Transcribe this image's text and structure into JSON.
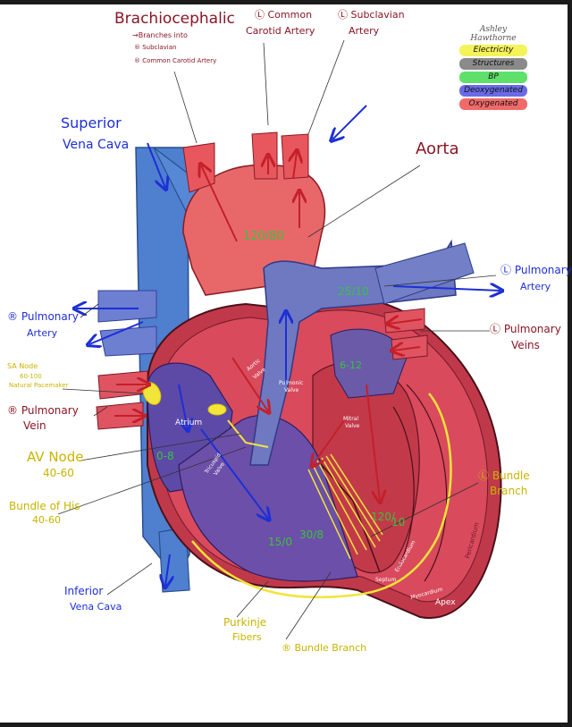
{
  "legend": {
    "author": "Ashley Hawthorne",
    "items": [
      {
        "label": "Electricity",
        "color": "#f5f35a"
      },
      {
        "label": "Structures",
        "color": "#8a8a8a"
      },
      {
        "label": "BP",
        "color": "#5fe06a"
      },
      {
        "label": "Deoxygenated",
        "color": "#6a6ae8"
      },
      {
        "label": "Oxygenated",
        "color": "#f06a6a"
      }
    ]
  },
  "labels": {
    "brachiocephalic": "Brachiocephalic",
    "brachio_sub1": "→Branches into",
    "brachio_sub2": "® Subclavian",
    "brachio_sub3": "® Common Carotid Artery",
    "l_common_carotid_1": "Ⓛ Common",
    "l_common_carotid_2": "Carotid Artery",
    "l_subclavian_1": "Ⓛ Subclavian",
    "l_subclavian_2": "Artery",
    "superior_vena_cava_1": "Superior",
    "superior_vena_cava_2": "Vena Cava",
    "aorta": "Aorta",
    "l_pulmonary_artery_1": "Ⓛ Pulmonary",
    "l_pulmonary_artery_2": "Artery",
    "r_pulmonary_artery_1": "® Pulmonary",
    "r_pulmonary_artery_2": "Artery",
    "l_pulmonary_veins_1": "Ⓛ Pulmonary",
    "l_pulmonary_veins_2": "Veins",
    "sa_node_1": "SA Node",
    "sa_node_2": "60-100",
    "sa_node_3": "Natural Pacemaker",
    "r_pulmonary_vein_1": "® Pulmonary",
    "r_pulmonary_vein_2": "Vein",
    "av_node_1": "AV Node",
    "av_node_2": "40-60",
    "bundle_of_his_1": "Bundle of His",
    "bundle_of_his_2": "40-60",
    "l_bundle_branch_1": "Ⓛ Bundle",
    "l_bundle_branch_2": "Branch",
    "inferior_vena_cava_1": "Inferior",
    "inferior_vena_cava_2": "Vena Cava",
    "purkinje_1": "Purkinje",
    "purkinje_2": "Fibers",
    "r_bundle_branch": "® Bundle Branch",
    "atrium": "Atrium",
    "tricuspid_valve_1": "Tricuspid",
    "tricuspid_valve_2": "Valve",
    "aortic_valve_1": "Aortic",
    "aortic_valve_2": "Valve",
    "pulmonic_valve_1": "Pulmonic",
    "pulmonic_valve_2": "Valve",
    "mitral_valve_1": "Mitral",
    "mitral_valve_2": "Valve",
    "septum": "Septum",
    "endocardium": "Endocardium",
    "myocardium": "Myocardium",
    "pericardium": "Pericardium",
    "apex": "Apex"
  },
  "pressures": {
    "aorta": "120/80",
    "pulmonary_artery": "25/10",
    "left_atrium": "6-12",
    "right_atrium": "0-8",
    "right_ventricle_1": "15/0",
    "right_ventricle_2": "30/8",
    "left_ventricle_1": "120/",
    "left_ventricle_2": "10"
  }
}
